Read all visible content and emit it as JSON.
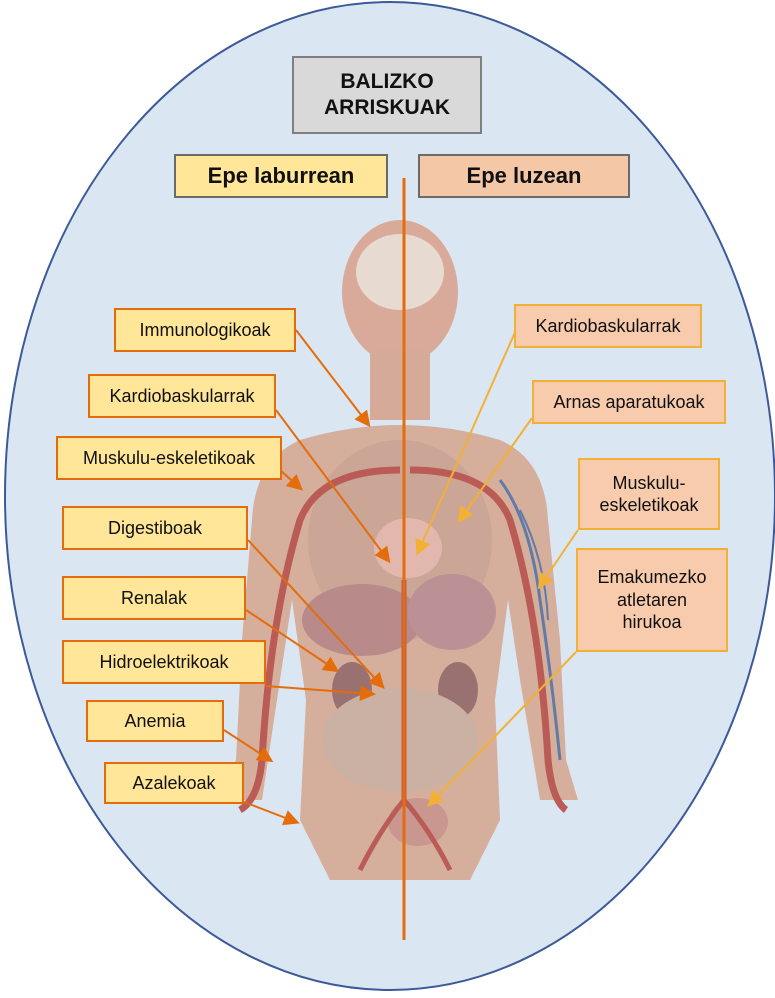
{
  "title": "BALIZKO\nARRISKUAK",
  "headers": {
    "short_term": "Epe laburrean",
    "long_term": "Epe luzean"
  },
  "short_term_risks": [
    "Immunologikoak",
    "Kardiobaskularrak",
    "Muskulu-eskeletikoak",
    "Digestiboak",
    "Renalak",
    "Hidroelektrikoak",
    "Anemia",
    "Azalekoak"
  ],
  "long_term_risks": [
    "Kardiobaskularrak",
    "Arnas aparatukoak",
    "Muskulu-\neskeletikoak",
    "Emakumezko\natletaren\nhirukoa"
  ],
  "colors": {
    "ellipse_fill": "#dbe6f3",
    "ellipse_stroke": "#3c5a99",
    "short_label_fill": "#ffe699",
    "long_label_fill": "#f8cbad",
    "short_arrow": "#e46c0a",
    "long_arrow": "#f2b134",
    "title_fill": "#d9d9d9",
    "divider": "#e46c0a"
  }
}
